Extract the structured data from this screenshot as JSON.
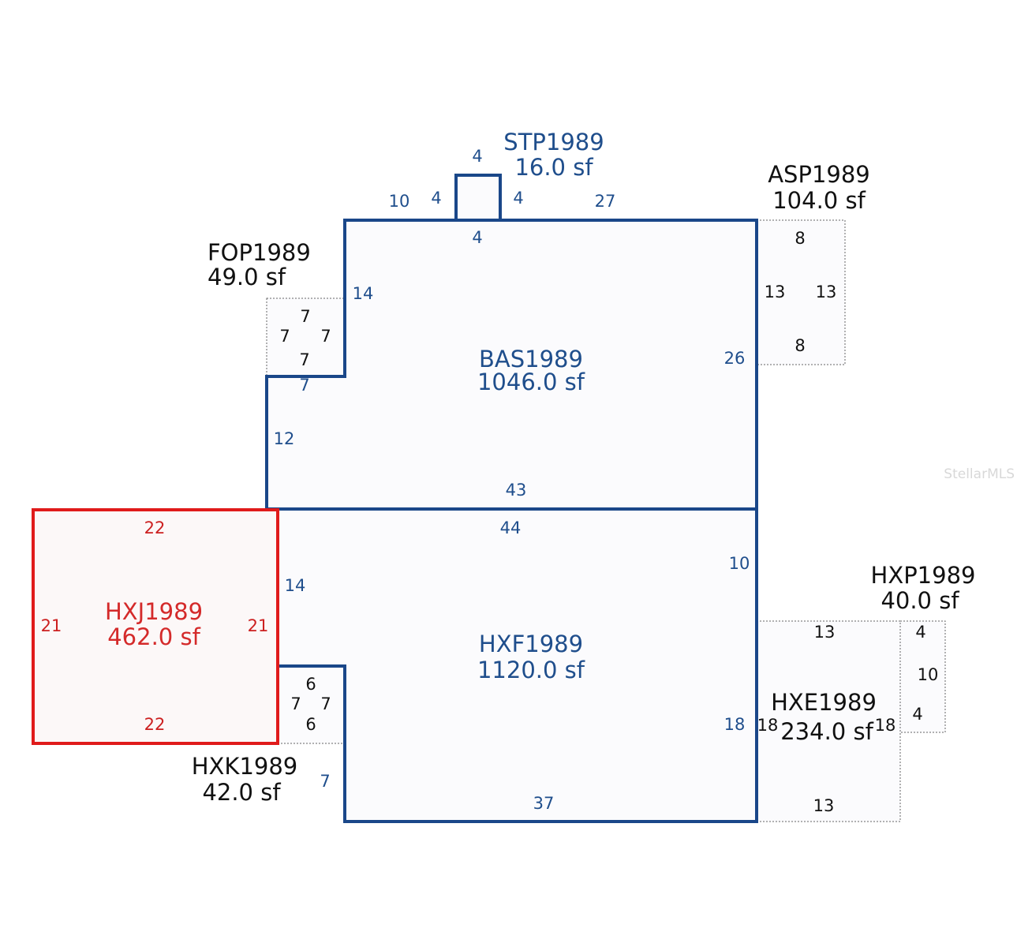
{
  "watermark": "StellarMLS",
  "colors": {
    "primary_outline": "#1a4789",
    "highlight_outline": "#e01b1b",
    "secondary_outline": "#666666",
    "fill": "#fbfbfd"
  },
  "areas": {
    "stp": {
      "name": "STP1989",
      "size": "16.0 sf"
    },
    "asp": {
      "name": "ASP1989",
      "size": "104.0 sf"
    },
    "fop": {
      "name": "FOP1989",
      "size": "49.0 sf"
    },
    "bas": {
      "name": "BAS1989",
      "size": "1046.0 sf"
    },
    "hxj": {
      "name": "HXJ1989",
      "size": "462.0 sf"
    },
    "hxf": {
      "name": "HXF1989",
      "size": "1120.0 sf"
    },
    "hxp": {
      "name": "HXP1989",
      "size": "40.0 sf"
    },
    "hxe": {
      "name": "HXE1989",
      "size": "234.0 sf"
    },
    "hxk": {
      "name": "HXK1989",
      "size": "42.0 sf"
    }
  },
  "dimensions": {
    "stp": {
      "top": "4",
      "left": "4",
      "right": "4",
      "bottom": "4"
    },
    "bas": {
      "top_left": "10",
      "top_right": "27",
      "upper_left": "14",
      "notch": "7",
      "lower_left": "12",
      "right": "26",
      "bottom": "43"
    },
    "fop": {
      "top": "7",
      "left": "7",
      "right": "7",
      "bottom": "7"
    },
    "asp": {
      "top": "8",
      "left": "13",
      "right": "13",
      "bottom": "8"
    },
    "hxj": {
      "top": "22",
      "left": "21",
      "right": "21",
      "bottom": "22"
    },
    "hxf": {
      "top": "44",
      "upper_left": "14",
      "upper_right": "10",
      "lower_right": "18",
      "lower_left": "7",
      "bottom": "37"
    },
    "hxk": {
      "top": "6",
      "left": "7",
      "right": "7",
      "bottom": "6"
    },
    "hxe": {
      "top": "13",
      "left": "18",
      "right": "18",
      "bottom": "13"
    },
    "hxp": {
      "top": "4",
      "right": "10",
      "bottom": "4"
    }
  }
}
